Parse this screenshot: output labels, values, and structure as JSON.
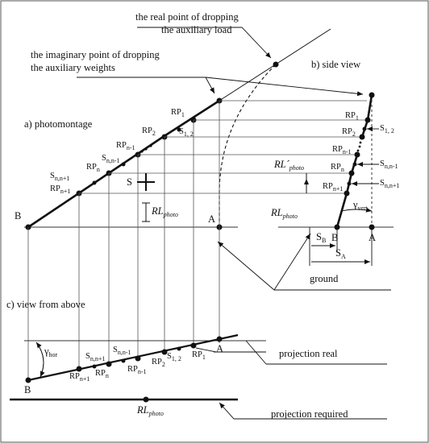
{
  "labels": {
    "real_point_l1": "the real point of dropping",
    "real_point_l2": "the auxiliary load",
    "imag_point_l1": "the imaginary point of dropping",
    "imag_point_l2": "the auxiliary weights",
    "side_view": "b) side view",
    "photomontage": "a) photomontage",
    "view_from_above": "c) view from above",
    "ground": "ground",
    "projection_real": "projection real",
    "projection_required": "projection required"
  },
  "points": {
    "B": "B",
    "A": "A",
    "S": "S",
    "RP": "RP",
    "S_letter": "S",
    "sub_1": "1",
    "sub_2": "2",
    "sub_n": "n",
    "sub_n_1": "n-1",
    "sub_n1": "n+1",
    "sub_12": "1, 2",
    "sub_nn1": "n,n-1",
    "sub_nnp1": "n,n+1",
    "sub_B": "B",
    "sub_A": "A"
  },
  "symbols": {
    "RL": "RL",
    "photo": "photo",
    "prime": "´",
    "gamma": "γ",
    "vert": "vert",
    "hor": "hor"
  }
}
